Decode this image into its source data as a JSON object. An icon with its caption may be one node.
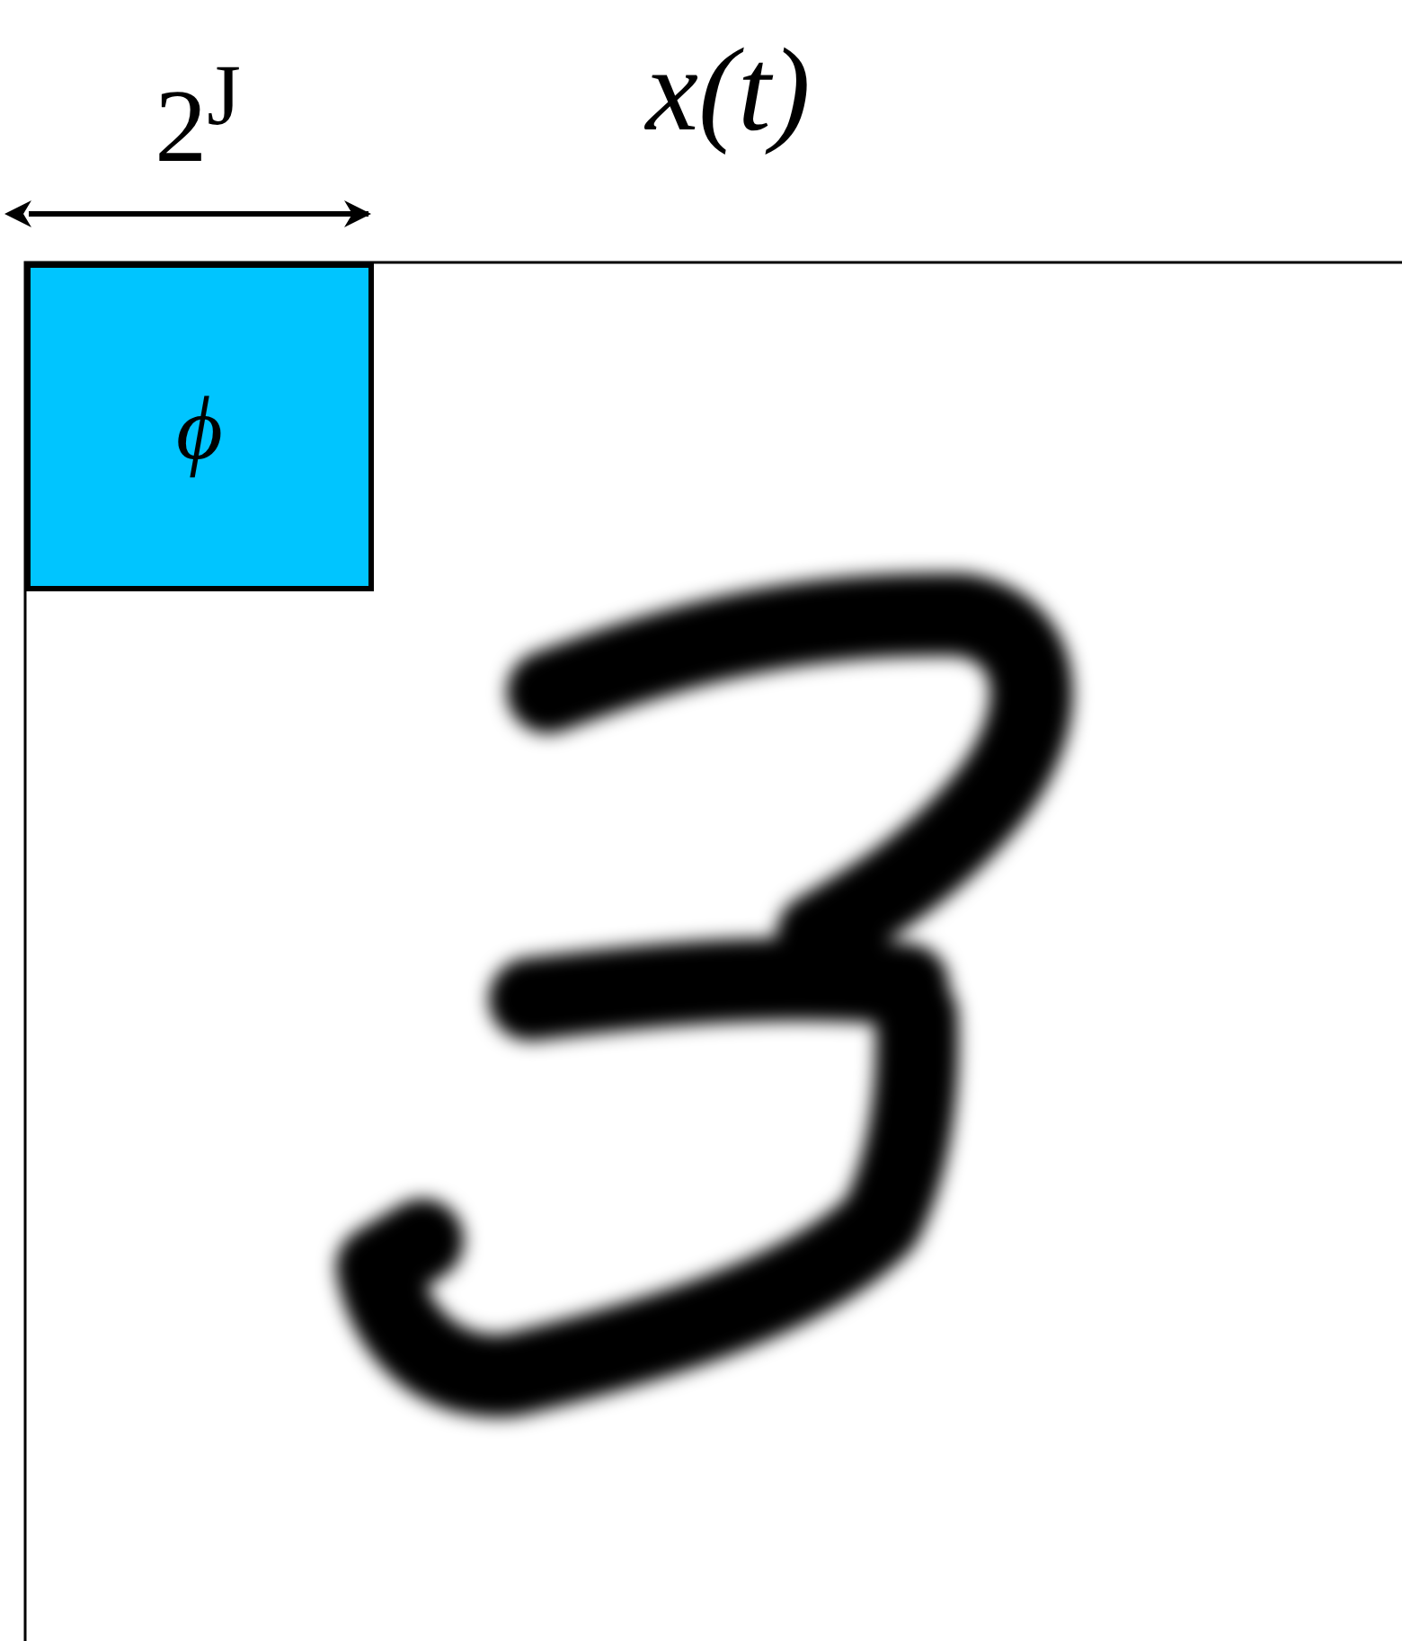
{
  "diagram": {
    "nodes": [
      {
        "text": [
          "ϕ"
        ]
      }
    ],
    "labels": [
      "2$^{J}$",
      "x(t)"
    ]
  }
}
